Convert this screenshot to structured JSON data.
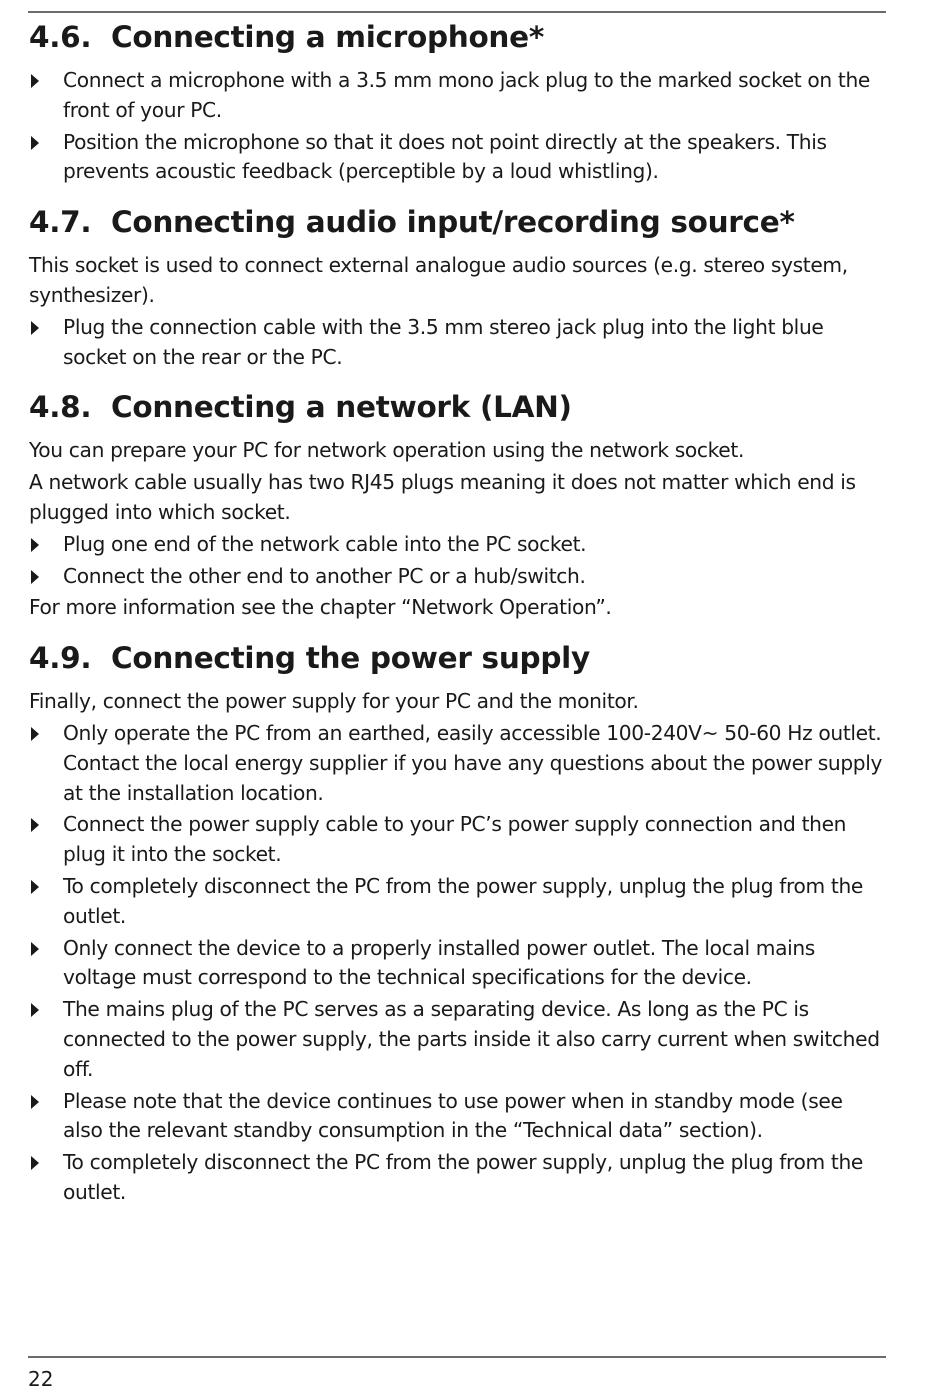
{
  "sections": [
    {
      "number": "4.6.",
      "title": "Connecting a microphone*",
      "bullets": [
        "Connect a microphone with a 3.5 mm mono jack plug to the marked socket on the front of your PC.",
        "Position the microphone so that it does not point directly at the speakers. This prevents acoustic feedback (perceptible by a loud whistling)."
      ]
    },
    {
      "number": "4.7.",
      "title": "Connecting audio input/recording source*",
      "intro": "This socket is used to connect external analogue audio sources (e.g. stereo system, synthesizer).",
      "bullets": [
        "Plug the connection cable with the 3.5 mm stereo jack plug into the light blue socket on the rear or the PC."
      ]
    },
    {
      "number": "4.8.",
      "title": "Connecting a network (LAN)",
      "intro": "You can prepare your PC for network operation using the network socket.",
      "intro2": "A network cable usually has two RJ45 plugs meaning it does not matter which end is plugged into which socket.",
      "bullets": [
        "Plug one end of the network cable into the PC socket.",
        "Connect the other end to another PC or a hub/switch."
      ],
      "outro": "For more information see the chapter “Network Operation”."
    },
    {
      "number": "4.9.",
      "title": "Connecting the power supply",
      "intro": "Finally, connect the power supply for your PC and the monitor.",
      "bullets": [
        "Only operate the PC from an earthed, easily accessible 100-240V~ 50-60 Hz outlet. Contact the local energy supplier if you have any questions about the power supply at the installation location.",
        "Connect the power supply cable to your PC’s power supply connection and then plug it into the socket.",
        "To completely disconnect the PC from the power supply, unplug the plug from the outlet.",
        "Only connect the device to a properly installed power outlet. The local mains voltage must correspond to the technical specifications for the device.",
        "The mains plug of the PC serves as a separating device. As long as the PC is connected to the power supply, the parts inside it also carry current when switched off.",
        "Please note that the device continues to use power when in standby mode (see also the relevant standby consumption in the “Technical data” section).",
        "To completely disconnect the PC from the power supply, unplug the plug from the outlet."
      ]
    }
  ],
  "footer": {
    "page_number": "22"
  }
}
